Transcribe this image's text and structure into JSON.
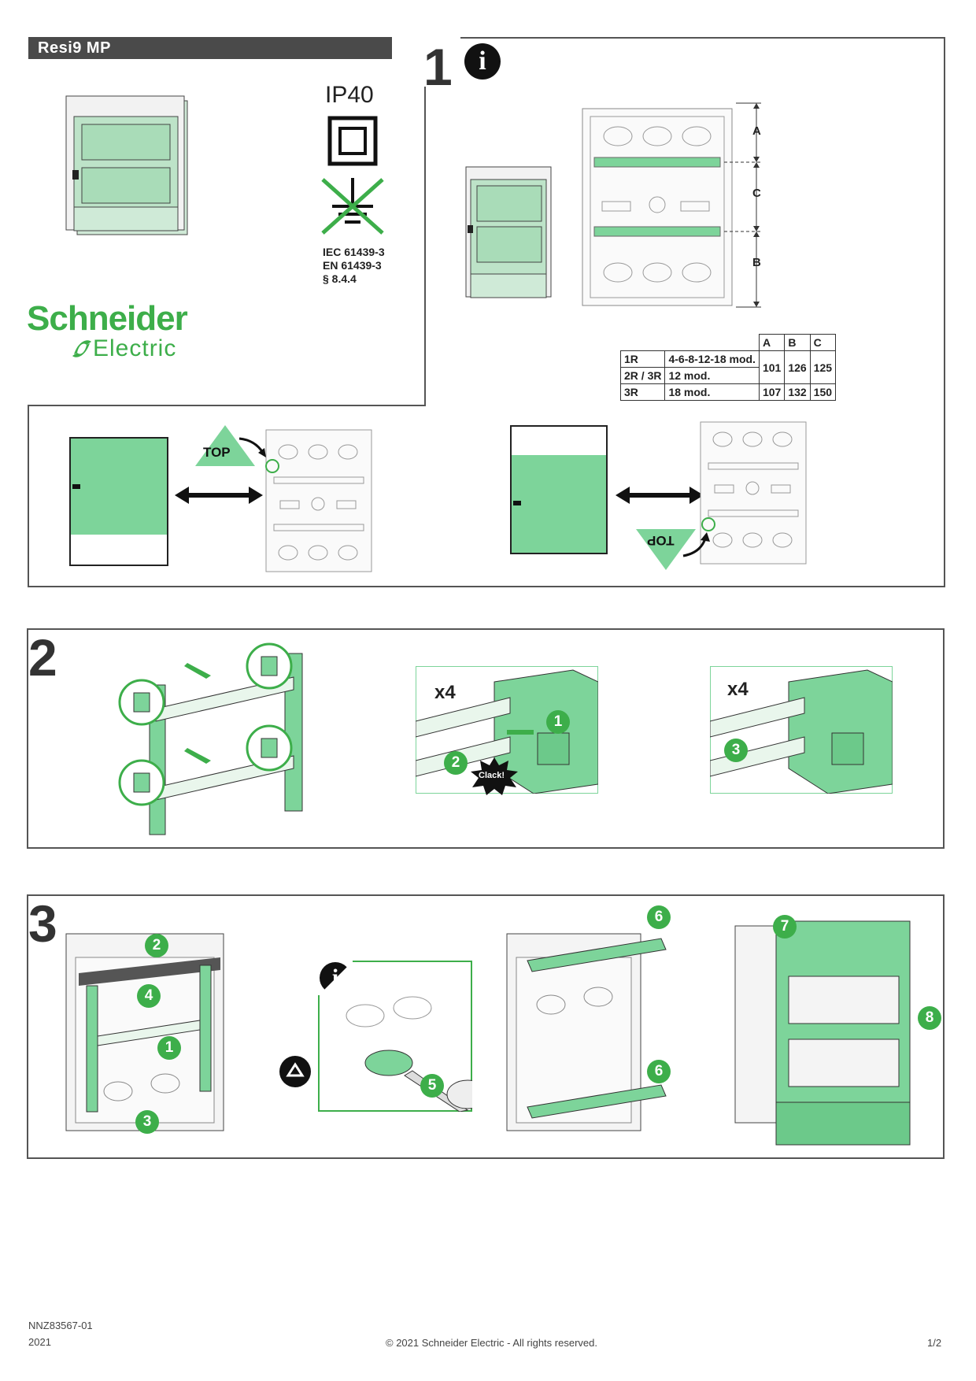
{
  "header": {
    "title": "Resi9 MP"
  },
  "certification": {
    "ip_rating": "IP40",
    "standards": [
      "IEC 61439-3",
      "EN 61439-3",
      "§ 8.4.4"
    ]
  },
  "brand": {
    "name_line1": "Schneider",
    "name_line2": "Electric"
  },
  "steps": {
    "step1": "1",
    "step2": "2",
    "step3": "3"
  },
  "dimension_labels": {
    "a": "A",
    "b": "B",
    "c": "C"
  },
  "dimension_table": {
    "headers": [
      "A",
      "B",
      "C"
    ],
    "rows": [
      {
        "row": "1R",
        "modules": "4-6-8-12-18 mod.",
        "a": "101",
        "b": "126",
        "c": "125"
      },
      {
        "row": "2R / 3R",
        "modules": "12 mod."
      },
      {
        "row": "3R",
        "modules": "18 mod.",
        "a": "107",
        "b": "132",
        "c": "150"
      }
    ]
  },
  "orientation": {
    "top_label": "TOP",
    "top_label_flipped": "TOP"
  },
  "step2_detail": {
    "count": "x4",
    "clack": "Clack!"
  },
  "callouts": [
    "1",
    "2",
    "3",
    "4",
    "5",
    "6",
    "7",
    "8"
  ],
  "colors": {
    "accent": "#3dae4a",
    "panel_green": "#7dd49a",
    "frame": "#555555"
  },
  "footer": {
    "doc_number": "NNZ83567-01",
    "year": "2021",
    "copyright": "© 2021 Schneider Electric - All rights reserved.",
    "page": "1/2"
  }
}
